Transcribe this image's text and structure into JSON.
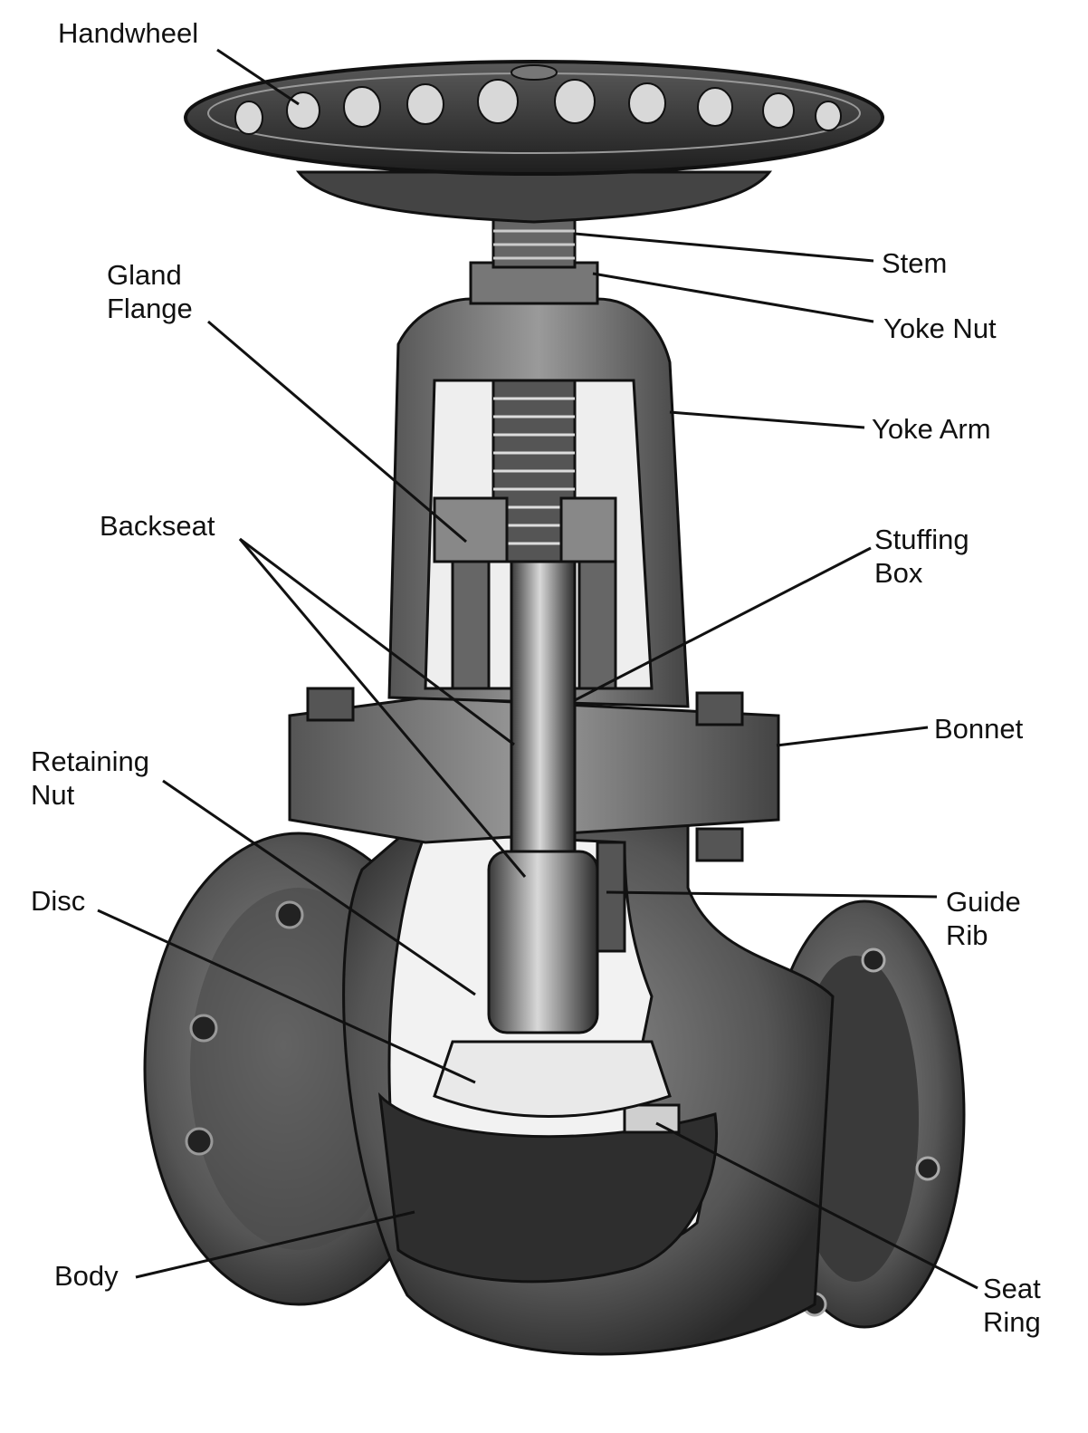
{
  "labels": {
    "handwheel": "Handwheel",
    "stem": "Stem",
    "gland_flange": [
      "Gland",
      "Flange"
    ],
    "yoke_nut": "Yoke Nut",
    "yoke_arm": "Yoke Arm",
    "backseat": "Backseat",
    "stuffing_box": [
      "Stuffing",
      "Box"
    ],
    "bonnet": "Bonnet",
    "retaining_nut": [
      "Retaining",
      "Nut"
    ],
    "disc": "Disc",
    "guide_rib": [
      "Guide",
      "Rib"
    ],
    "body": "Body",
    "seat_ring": [
      "Seat",
      "Ring"
    ]
  },
  "colors": {
    "ink": "#111111",
    "metal_dark": "#2b2b2b",
    "metal_mid": "#6a6a6a",
    "metal_light": "#bdbdbd",
    "background": "#ffffff"
  }
}
